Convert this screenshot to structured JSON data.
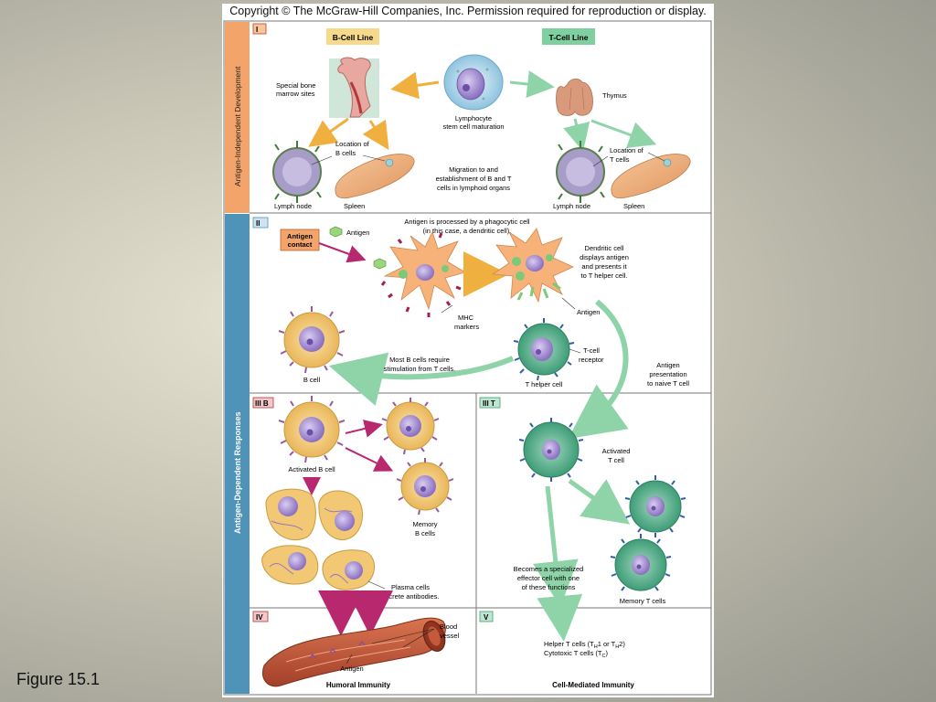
{
  "copyright": "Copyright © The McGraw-Hill Companies, Inc. Permission required for reproduction or display.",
  "figure_label": "Figure 15.1",
  "side_labels": {
    "antigen_independent": "Antigen-Independent Development",
    "antigen_dependent": "Antigen-Dependent Responses"
  },
  "panel_I": {
    "tag": "I",
    "b_cell_line": "B-Cell Line",
    "t_cell_line": "T-Cell Line",
    "special_bone": "Special bone",
    "marrow_sites": "marrow sites",
    "lymphocyte": "Lymphocyte",
    "stem_cell_maturation": "stem cell maturation",
    "thymus": "Thymus",
    "location_of": "Location of",
    "b_cells": "B cells",
    "location_of_t": "Location of",
    "t_cells": "T cells",
    "migration_1": "Migration to and",
    "migration_2": "establishment of B and T",
    "migration_3": "cells in lymphoid organs",
    "lymph_node_left": "Lymph node",
    "spleen_left": "Spleen",
    "lymph_node_right": "Lymph node",
    "spleen_right": "Spleen"
  },
  "panel_II": {
    "tag": "II",
    "antigen_contact_1": "Antigen",
    "antigen_contact_2": "contact",
    "antigen_legend": "Antigen",
    "processed_1": "Antigen is processed by a phagocytic cell",
    "processed_2": "(in this case, a dendritic cell).",
    "dendritic_1": "Dendritic cell",
    "dendritic_2": "displays antigen",
    "dendritic_3": "and presents it",
    "dendritic_4": "to T helper cell.",
    "mhc_1": "MHC",
    "mhc_2": "markers",
    "antigen_label": "Antigen",
    "t_receptor_1": "T-cell",
    "t_receptor_2": "receptor",
    "most_b_1": "Most B cells require",
    "most_b_2": "stimulation from T cells.",
    "b_cell": "B cell",
    "t_helper_cell": "T helper cell",
    "presentation_1": "Antigen",
    "presentation_2": "presentation",
    "presentation_3": "to naive T cell"
  },
  "panel_IIIB": {
    "tag": "III B",
    "activated_b": "Activated B cell",
    "memory_1": "Memory",
    "memory_2": "B cells",
    "plasma_1": "Plasma cells",
    "plasma_2": "secrete antibodies."
  },
  "panel_IIIT": {
    "tag": "III T",
    "activated_t_1": "Activated",
    "activated_t_2": "T cell",
    "becomes_1": "Becomes a specialized",
    "becomes_2": "effector cell with one",
    "becomes_3": "of these functions",
    "memory_t": "Memory T cells"
  },
  "panel_IV": {
    "tag": "IV",
    "blood_1": "Blood",
    "blood_2": "vessel",
    "antigen": "Antigen",
    "humoral": "Humoral Immunity"
  },
  "panel_V": {
    "tag": "V",
    "helper_pre": "Helper T cells (T",
    "helper_sub1": "H",
    "helper_mid": "1 or T",
    "helper_sub2": "H",
    "helper_post": "2)",
    "cytotoxic_pre": "Cytotoxic T cells (T",
    "cytotoxic_sub": "C",
    "cytotoxic_post": ")",
    "cell_mediated": "Cell-Mediated Immunity"
  },
  "colors": {
    "orange_side": "#f2a46a",
    "blue_side": "#4f93b8",
    "label_box": "#f6d98a",
    "green_box": "#7ed0a0",
    "b_cell_body": "#f2c874",
    "t_cell_body": "#56b08a",
    "nucleus": "#9c82c8",
    "arrow_orange": "#f0b040",
    "arrow_green": "#8fd4a8",
    "arrow_magenta": "#b8286e"
  }
}
